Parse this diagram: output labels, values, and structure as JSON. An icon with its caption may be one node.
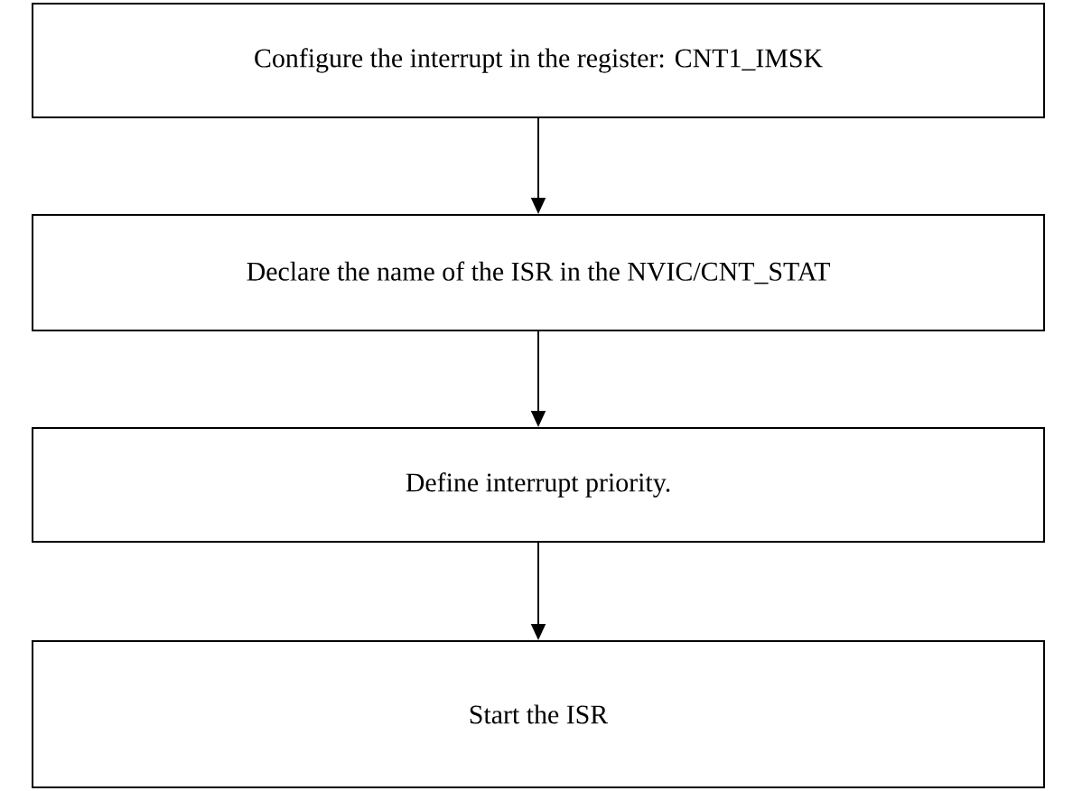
{
  "diagram": {
    "nodes": [
      {
        "text": [
          "Configure the interrupt in the register: CNT1_IMSK"
        ]
      },
      {
        "text": [
          "Declare the name of the ISR in the NVIC/CNT_STAT"
        ]
      },
      {
        "text": [
          "Define interrupt priority."
        ]
      },
      {
        "text": [
          "Start the ISR"
        ]
      }
    ],
    "edges": [
      {
        "from": 0,
        "to": 1,
        "arrow": "to"
      },
      {
        "from": 1,
        "to": 2,
        "arrow": "to"
      },
      {
        "from": 2,
        "to": 3,
        "arrow": "to"
      }
    ]
  }
}
